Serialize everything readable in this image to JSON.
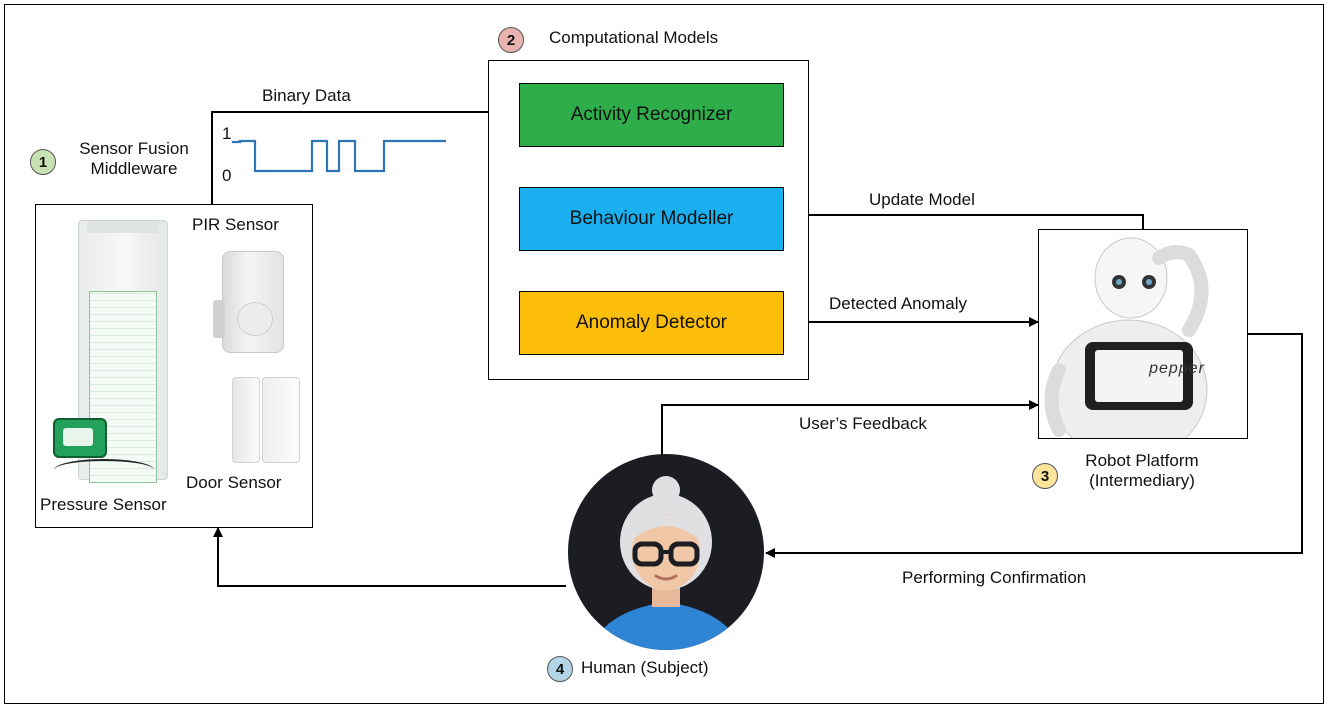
{
  "colors": {
    "activity_fill": "#2dae4a",
    "behaviour_fill": "#1ab0ef",
    "anomaly_fill": "#fdbe0a",
    "signal_line": "#2e75b6",
    "flow_arrow": "#1f6fc1",
    "badge1": "#c9e2b3",
    "badge2": "#e8b2ae",
    "badge3": "#fde49c",
    "badge4": "#b4d5e6"
  },
  "badges": {
    "b1": "1",
    "b2": "2",
    "b3": "3",
    "b4": "4"
  },
  "sensor_fusion": {
    "line1": "Sensor Fusion",
    "line2": "Middleware"
  },
  "signal": {
    "high_label": "1",
    "low_label": "0"
  },
  "binary_data_label": "Binary Data",
  "computational_models": {
    "title": "Computational Models",
    "activity": "Activity Recognizer",
    "behaviour": "Behaviour Modeller",
    "anomaly": "Anomaly Detector"
  },
  "sensors": {
    "pir": "PIR Sensor",
    "door": "Door Sensor",
    "pressure": "Pressure Sensor"
  },
  "arrows": {
    "update_model": "Update Model",
    "detected_anomaly": "Detected Anomaly",
    "users_feedback": "User’s Feedback",
    "performing_confirmation": "Performing Confirmation"
  },
  "robot": {
    "screen_text": "pepper",
    "label_line1": "Robot Platform",
    "label_line2": "(Intermediary)"
  },
  "human": {
    "label": "Human (Subject)"
  }
}
